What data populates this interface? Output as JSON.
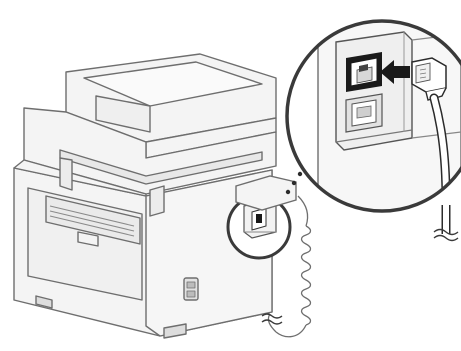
{
  "illustration": {
    "colors": {
      "body_fill": "#f4f4f4",
      "body_stroke": "#6e6e6e",
      "line_dark": "#2b2b2b",
      "callout_ring": "#3a3a3a",
      "cable_gray": "#9a9a9a",
      "accent_black": "#1a1a1a",
      "background": "#ffffff"
    },
    "icons": [
      "printer-back-view",
      "phone-jack-line-port",
      "phone-jack-ext-port",
      "modular-cable-plug",
      "insertion-arrow",
      "coiled-phone-cord",
      "dotted-callout-link"
    ]
  }
}
